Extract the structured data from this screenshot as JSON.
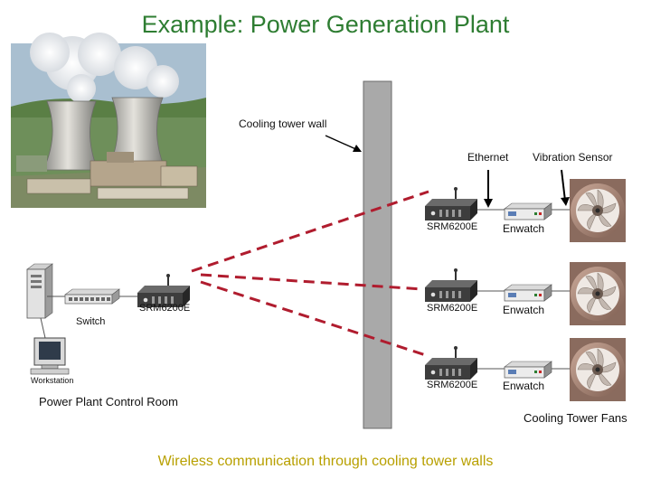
{
  "title": "Example: Power Generation Plant",
  "labels": {
    "cooling_tower_wall": "Cooling tower wall",
    "ethernet": "Ethernet",
    "vibration_sensor": "Vibration Sensor",
    "control_room": "Power Plant Control Room",
    "cooling_fans": "Cooling Tower Fans",
    "switch": "Switch",
    "workstation": "Workstation",
    "radio_model": "SRM6200E",
    "enwatch": "Enwatch"
  },
  "footer": "Wireless communication through cooling tower walls",
  "colors": {
    "title": "#2e7d32",
    "footer": "#b8a000",
    "wireless_link": "#b01c2e",
    "wall": "#a9a9a9"
  },
  "icons": [
    "server-tower-icon",
    "network-switch-icon",
    "radio-icon",
    "workstation-icon",
    "enwatch-unit-icon",
    "fan-icon",
    "cooling-tower-icon"
  ]
}
